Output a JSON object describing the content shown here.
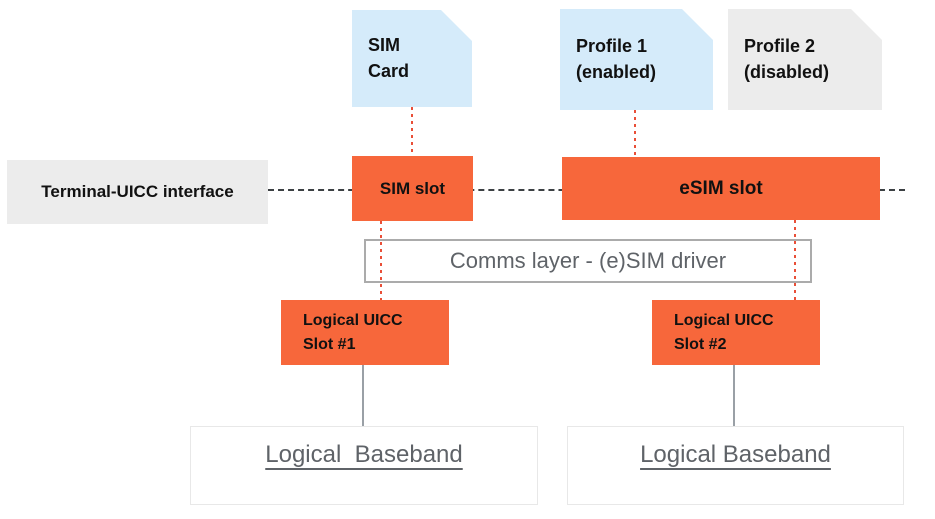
{
  "colors": {
    "slot_orange": "#F7673B",
    "card_light_blue": "#D5EBFA",
    "card_light_gray": "#ECECEC",
    "red_dotted_connector": "#E94F38",
    "dashed_interface_line": "#3C4043",
    "gray_connector": "#9AA0A6",
    "muted_text": "#5F6368",
    "label_text": "#111111",
    "background": "#FFFFFF"
  },
  "nodes": {
    "sim_card": {
      "label": "SIM\nCard"
    },
    "profile1": {
      "label": "Profile 1\n(enabled)"
    },
    "profile2": {
      "label": "Profile 2\n(disabled)"
    },
    "terminal_interface": {
      "label": "Terminal-UICC interface"
    },
    "sim_slot": {
      "label": "SIM slot"
    },
    "esim_slot": {
      "label": "eSIM slot"
    },
    "comms_layer": {
      "label": "Comms layer - (e)SIM driver"
    },
    "uicc_slot1": {
      "label": "Logical UICC\nSlot #1"
    },
    "uicc_slot2": {
      "label": "Logical UICC\nSlot #2"
    },
    "baseband1": {
      "label": "Logical  Baseband"
    },
    "baseband2": {
      "label": "Logical Baseband"
    }
  }
}
